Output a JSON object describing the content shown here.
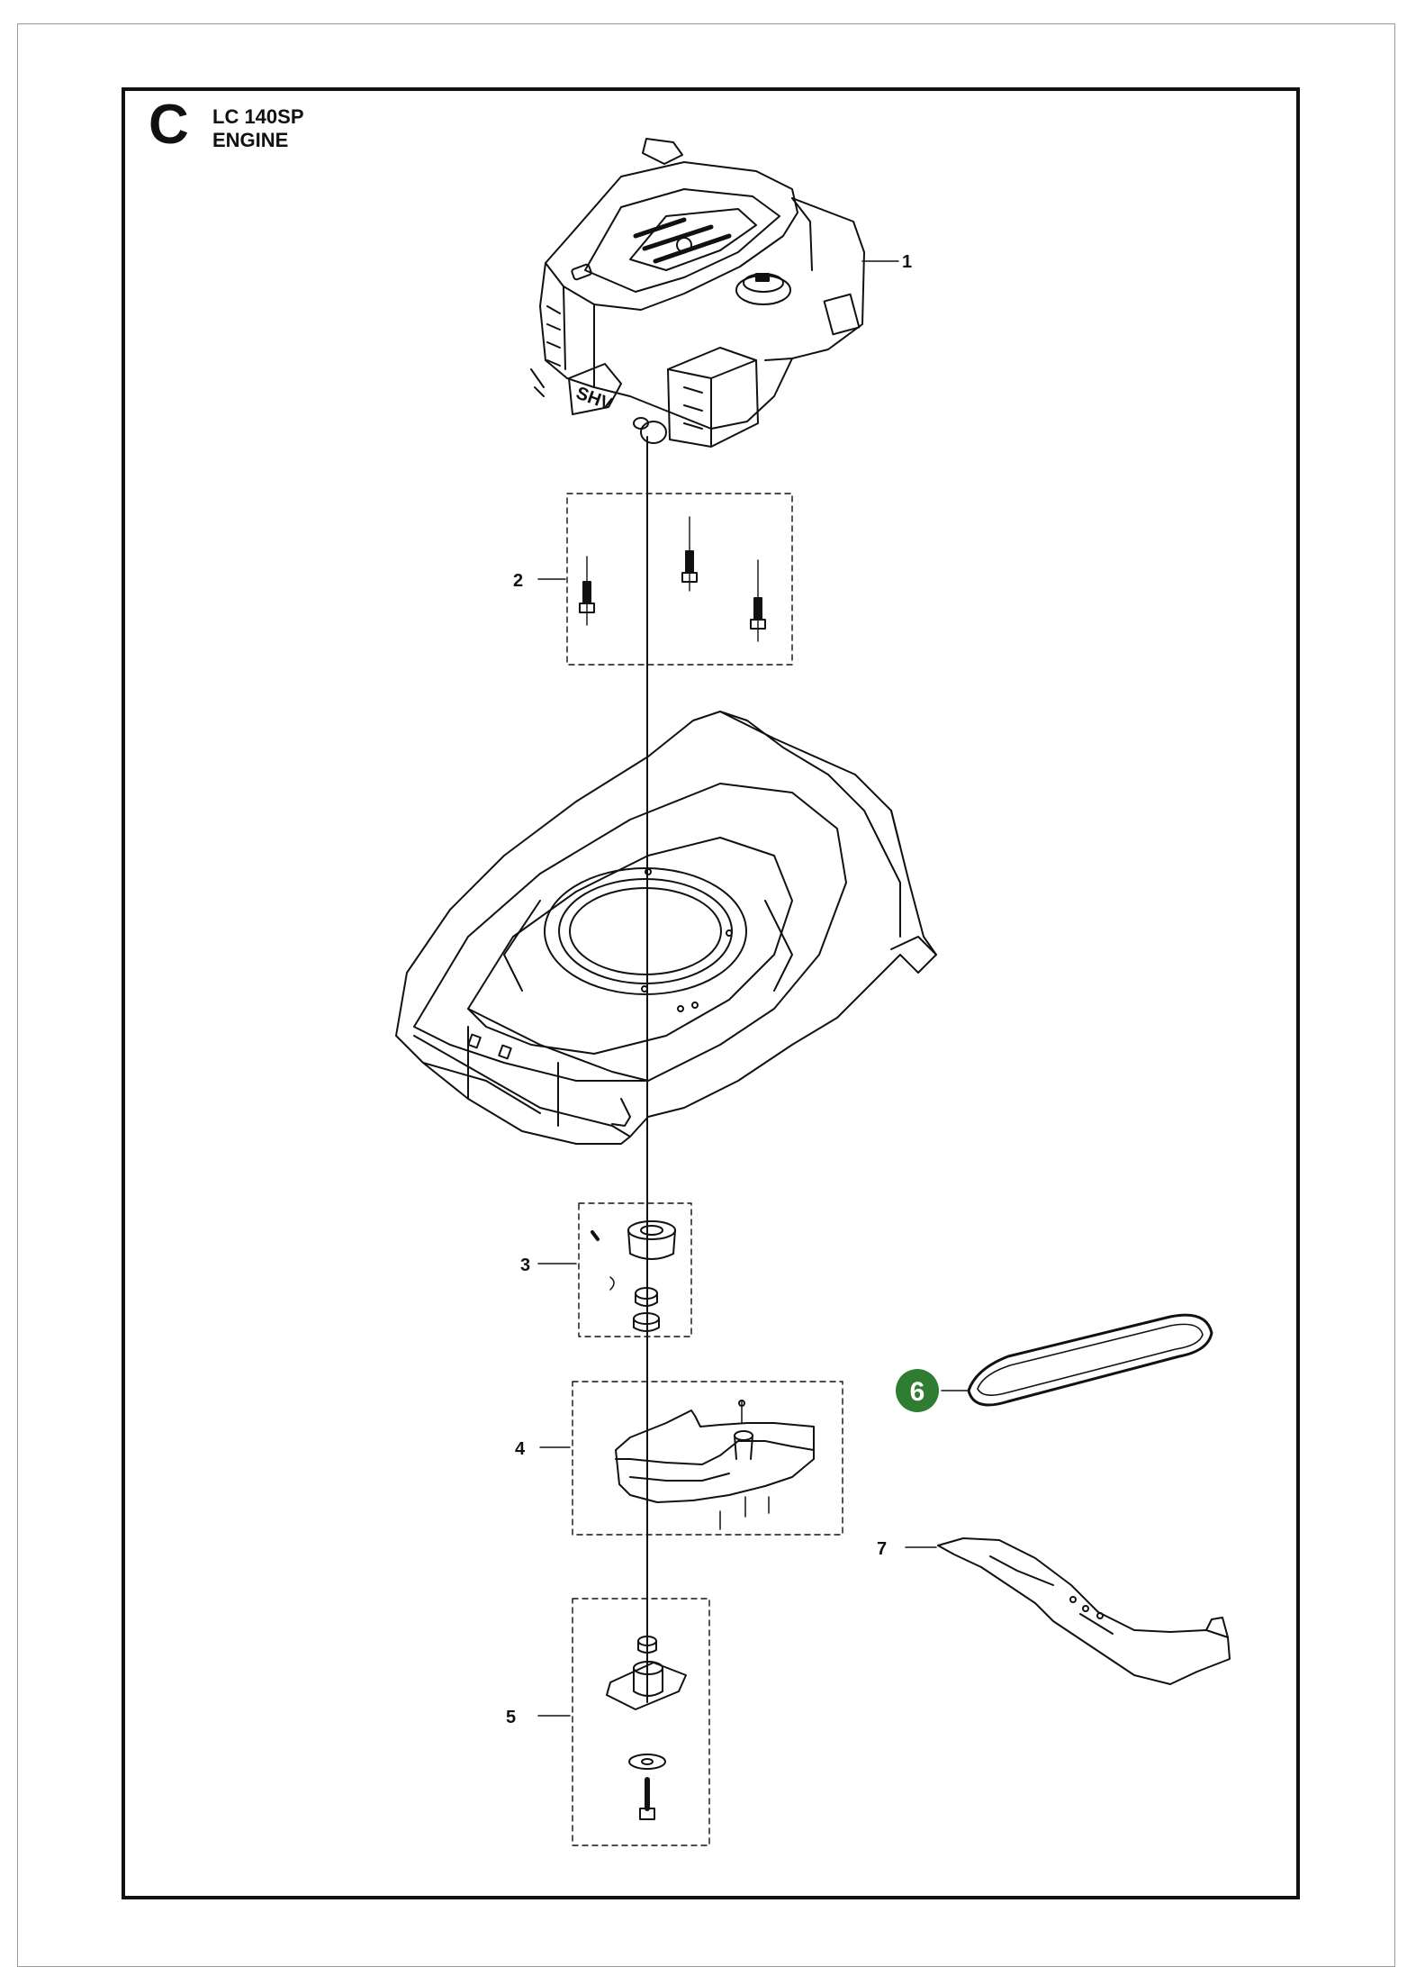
{
  "header": {
    "section_letter": "C",
    "model": "LC 140SP",
    "subtitle": "ENGINE"
  },
  "callouts": [
    {
      "id": "1",
      "part": "engine",
      "highlighted": false
    },
    {
      "id": "2",
      "part": "engine-mounting-bolts",
      "highlighted": false
    },
    {
      "id": "3",
      "part": "pulley-kit",
      "highlighted": false
    },
    {
      "id": "4",
      "part": "belt-guard",
      "highlighted": false
    },
    {
      "id": "5",
      "part": "blade-hub",
      "highlighted": false
    },
    {
      "id": "6",
      "part": "drive-belt",
      "highlighted": true
    },
    {
      "id": "7",
      "part": "blade",
      "highlighted": false
    }
  ],
  "colors": {
    "highlight": "#2f7d32",
    "line": "#111111",
    "border": "#111111"
  }
}
